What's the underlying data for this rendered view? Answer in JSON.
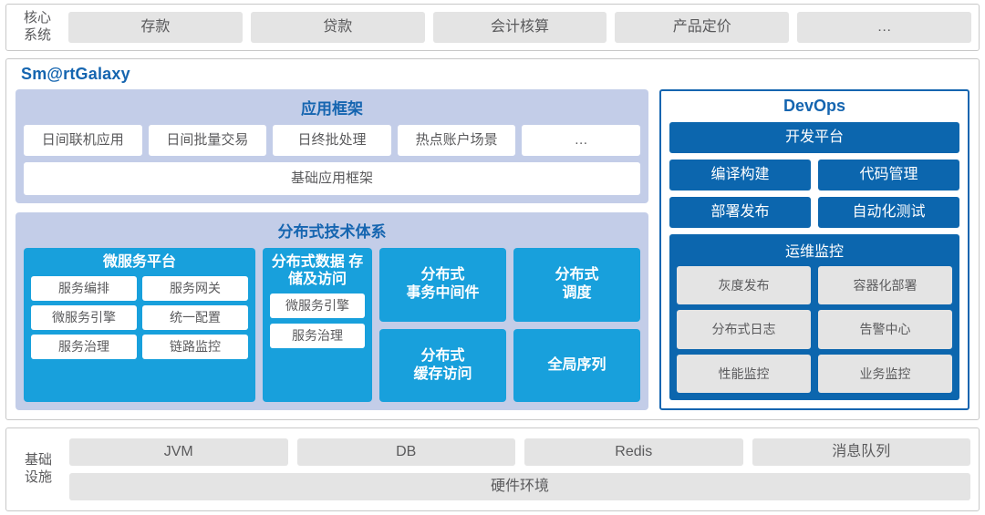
{
  "colors": {
    "accent_dark_blue": "#1565b0",
    "devops_blue": "#0c66ae",
    "cyan": "#18a0dc",
    "lavender": "#c3cde8",
    "chip_gray": "#e4e4e4",
    "text_gray": "#5a5a5c"
  },
  "core_system": {
    "label": "核心\n系统",
    "items": [
      {
        "label": "存款"
      },
      {
        "label": "贷款"
      },
      {
        "label": "会计核算"
      },
      {
        "label": "产品定价"
      },
      {
        "label": "…"
      }
    ]
  },
  "galaxy": {
    "title": "Sm@rtGalaxy",
    "app_framework": {
      "title": "应用框架",
      "chips": [
        {
          "label": "日间联机应用"
        },
        {
          "label": "日间批量交易"
        },
        {
          "label": "日终批处理"
        },
        {
          "label": "热点账户场景"
        },
        {
          "label": "…"
        }
      ],
      "base_label": "基础应用框架"
    },
    "dist_tech": {
      "title": "分布式技术体系",
      "microservice": {
        "title": "微服务平台",
        "items": [
          {
            "label": "服务编排"
          },
          {
            "label": "服务网关"
          },
          {
            "label": "微服务引擎"
          },
          {
            "label": "统一配置"
          },
          {
            "label": "服务治理"
          },
          {
            "label": "链路监控"
          }
        ]
      },
      "storage": {
        "title": "分布式数据\n存储及访问",
        "items": [
          {
            "label": "微服务引擎"
          },
          {
            "label": "服务治理"
          }
        ]
      },
      "tiles_col3": [
        {
          "label": "分布式\n事务中间件"
        },
        {
          "label": "分布式\n缓存访问"
        }
      ],
      "tiles_col4": [
        {
          "label": "分布式\n调度"
        },
        {
          "label": "全局序列"
        }
      ]
    },
    "devops": {
      "title": "DevOps",
      "platform_label": "开发平台",
      "rows": [
        [
          {
            "label": "编译构建"
          },
          {
            "label": "代码管理"
          }
        ],
        [
          {
            "label": "部署发布"
          },
          {
            "label": "自动化测试"
          }
        ]
      ],
      "ops_monitor": {
        "title": "运维监控",
        "items": [
          {
            "label": "灰度发布"
          },
          {
            "label": "容器化部署"
          },
          {
            "label": "分布式日志"
          },
          {
            "label": "告警中心"
          },
          {
            "label": "性能监控"
          },
          {
            "label": "业务监控"
          }
        ]
      }
    }
  },
  "infrastructure": {
    "label": "基础\n设施",
    "items": [
      {
        "label": "JVM"
      },
      {
        "label": "DB"
      },
      {
        "label": "Redis"
      },
      {
        "label": "消息队列"
      }
    ],
    "hardware_label": "硬件环境"
  }
}
